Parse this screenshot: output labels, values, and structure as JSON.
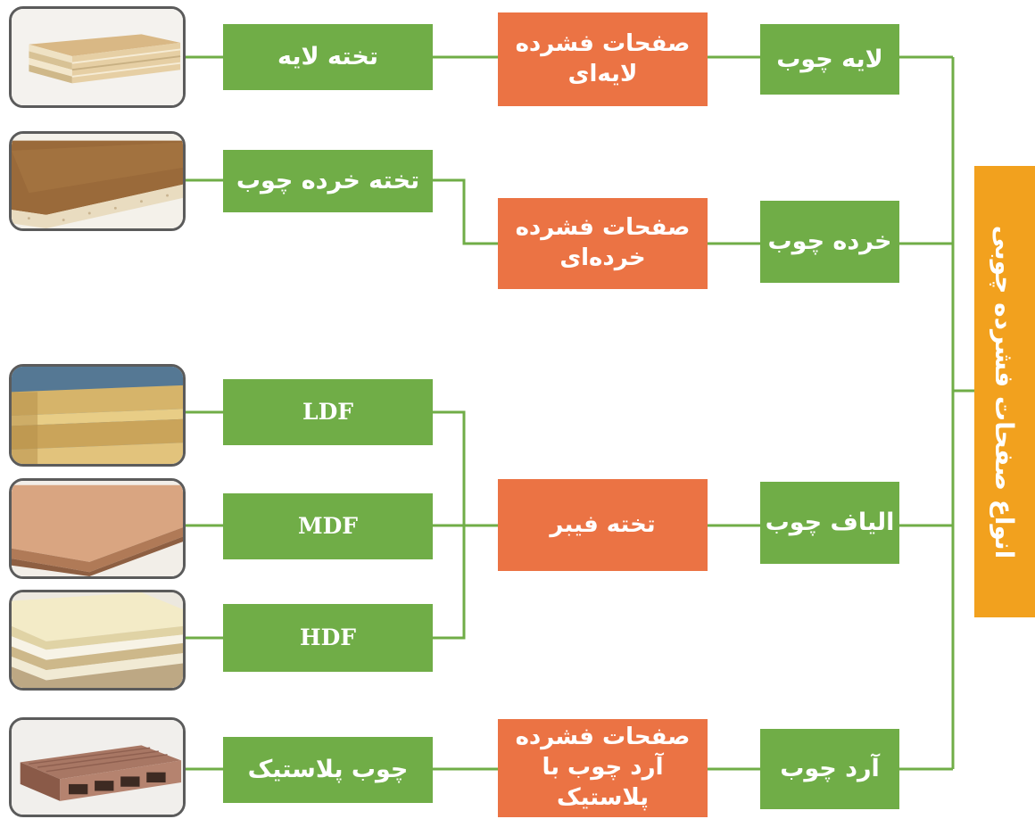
{
  "diagram": {
    "root": "انواع صفحات فشرده چوبی",
    "raw_materials": {
      "veneer": "لایه چوب",
      "chips": "خرده چوب",
      "fibers": "الیاف چوب",
      "flour": "آرد چوب"
    },
    "categories": {
      "laminated": "صفحات فشرده لایه‌ای",
      "particle": "صفحات فشرده خرده‌ای",
      "fiberboard": "تخته فیبر",
      "wood_plastic": "صفحات فشرده آرد چوب با پلاستیک"
    },
    "products": {
      "plywood": "تخته لایه",
      "particleboard": "تخته خرده چوب",
      "ldf": "LDF",
      "mdf": "MDF",
      "hdf": "HDF",
      "wpc": "چوب پلاستیک"
    },
    "colors": {
      "green": "#70ad47",
      "orange": "#eb7344",
      "root": "#f2a11e",
      "connector": "#70ad47"
    }
  }
}
